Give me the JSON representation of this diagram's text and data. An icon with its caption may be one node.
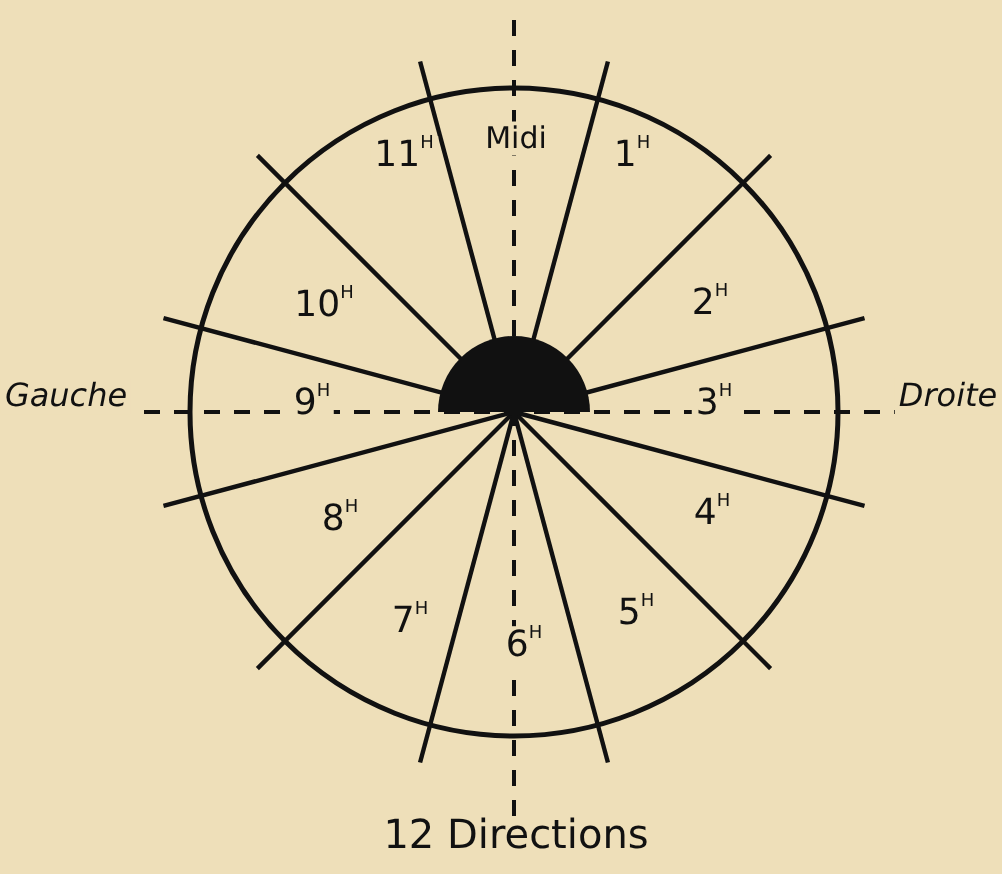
{
  "diagram": {
    "caption": "12 Directions",
    "labels": [
      "Midi",
      "11$^{H}$",
      "1$^{H}$",
      "10$^{H}$",
      "2$^{H}$",
      "Gauche",
      "9$^{H}$",
      "3$^{H}$",
      "Droite",
      "8$^{H}$",
      "4$^{H}$",
      "7$^{H}$",
      "6$^{H}$",
      "5$^{H}$"
    ]
  }
}
